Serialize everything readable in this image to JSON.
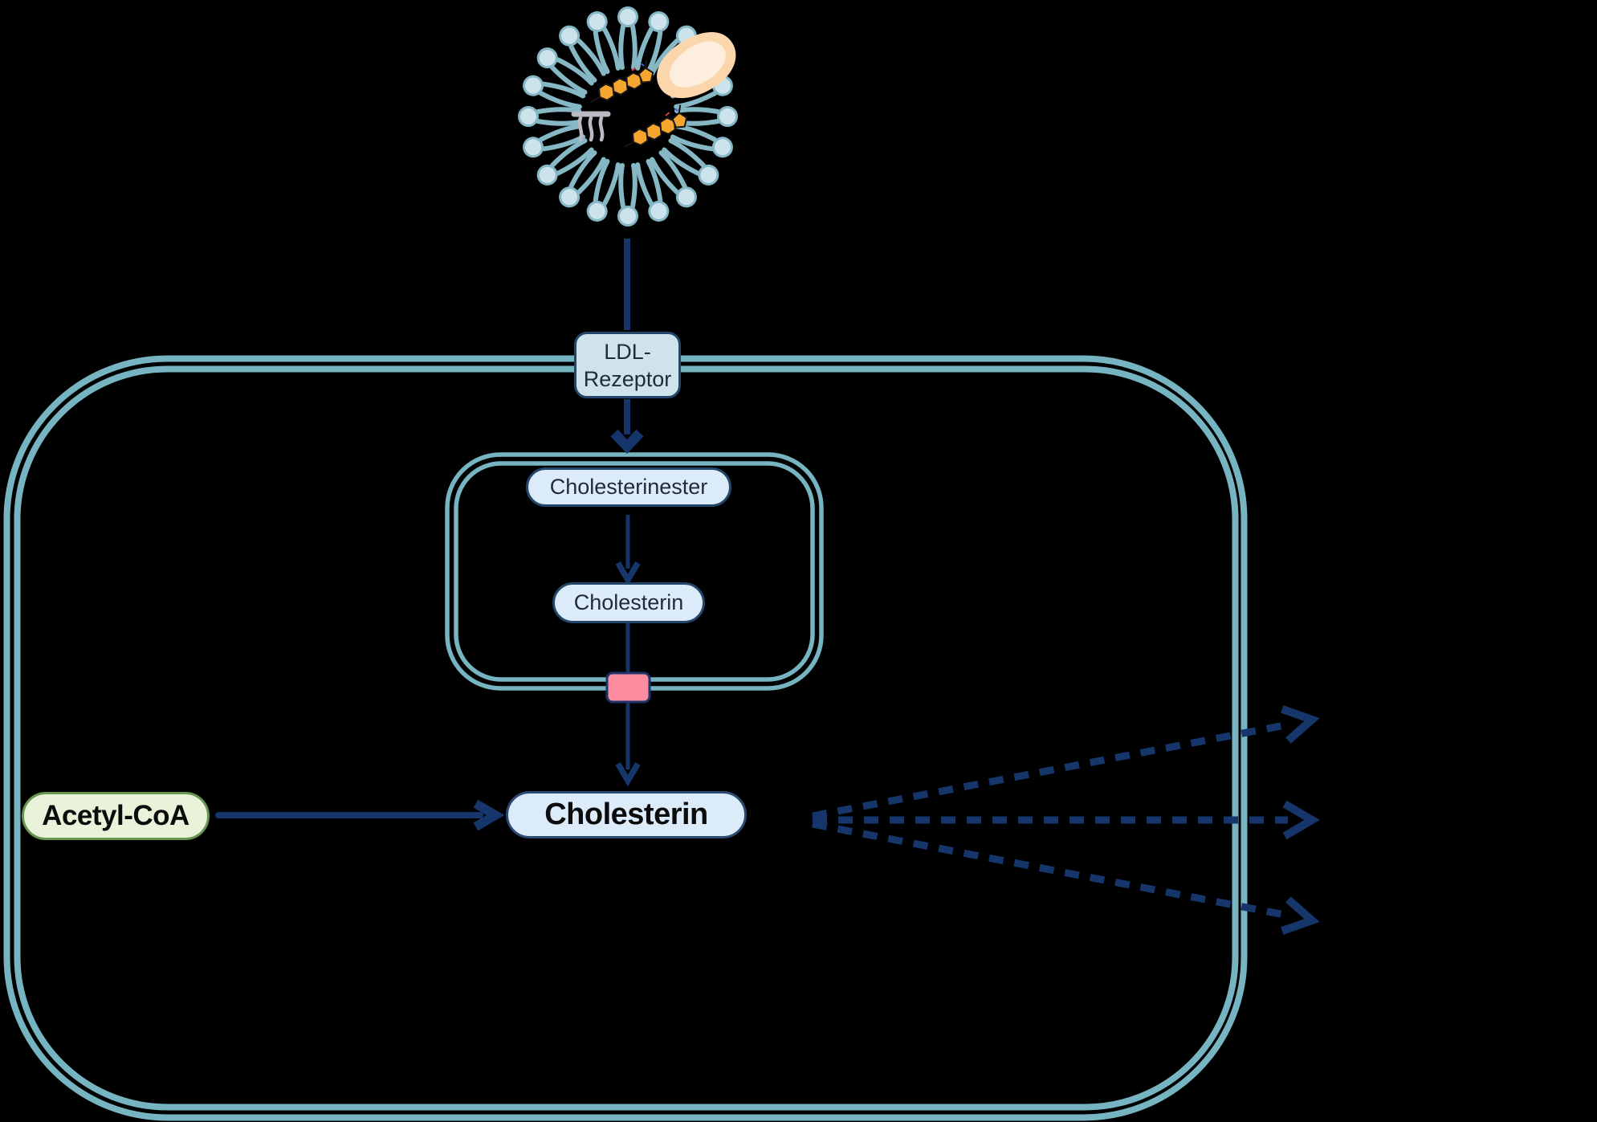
{
  "colors": {
    "bg": "#000000",
    "navy": "#15356b",
    "membrane": "#76b4c2",
    "pill_blue_fill": "#dcebfa",
    "receptor_fill": "#cfe3ec",
    "pill_border": "#24466b",
    "green_fill": "#e9f3da",
    "green_border": "#679550",
    "pink_fill": "#fc8da1",
    "pink_border": "#1f346b",
    "text_dark": "#222c38",
    "spike": "#86b7c5",
    "spike_head": "#cde3ec",
    "orange": "#f6a62e",
    "peach_outer": "#fbd6ad",
    "peach_inner": "#fdeedd",
    "gray": "#b9bac2"
  },
  "nodes": {
    "ldl_receptor": {
      "line1": "LDL-",
      "line2": "Rezeptor"
    },
    "endosome": {
      "cholesterinester": "Cholesterinester",
      "cholesterin": "Cholesterin"
    },
    "cholesterin_main": "Cholesterin",
    "acetyl_coa": "Acetyl-CoA"
  }
}
